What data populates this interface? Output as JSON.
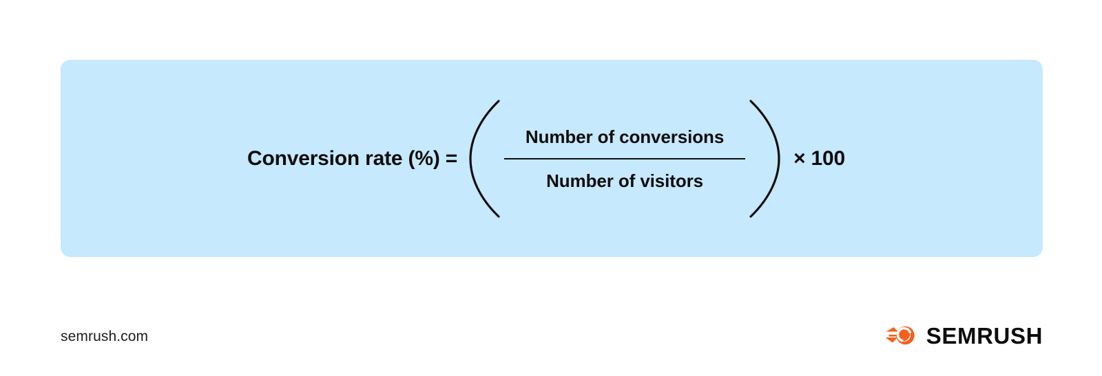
{
  "colors": {
    "page_background": "#ffffff",
    "panel_background": "#c6e9fd",
    "text": "#0d0d0d",
    "brand_orange": "#f4601f",
    "rule": "#0d0d0d"
  },
  "formula": {
    "label": "Conversion rate (%) =",
    "open_paren": "(",
    "numerator": "Number of conversions",
    "denominator": "Number of visitors",
    "close_paren": ")",
    "multiplier": "× 100"
  },
  "footer": {
    "url": "semrush.com",
    "brand_name": "SEMRUSH",
    "brand_mark": "semrush-comet-icon"
  }
}
